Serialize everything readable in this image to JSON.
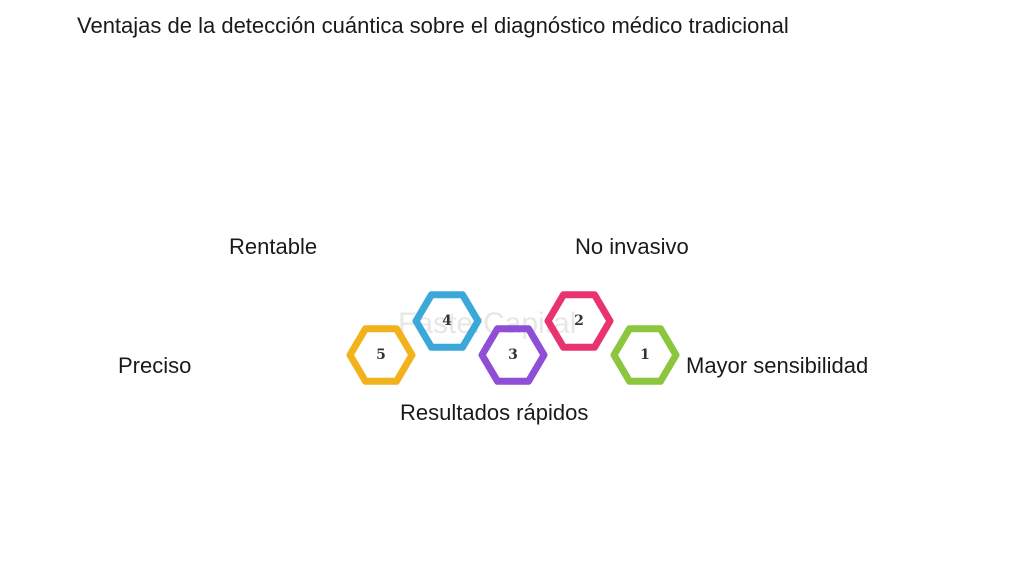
{
  "title": "Ventajas de la detección cuántica sobre el diagnóstico médico tradicional",
  "watermark": "FasterCapital",
  "items": [
    {
      "number": "1",
      "label": "Mayor sensibilidad",
      "color": "#8cc63f"
    },
    {
      "number": "2",
      "label": "No invasivo",
      "color": "#e8336e"
    },
    {
      "number": "3",
      "label": "Resultados rápidos",
      "color": "#8e4fd6"
    },
    {
      "number": "4",
      "label": "Rentable",
      "color": "#3aa8d8"
    },
    {
      "number": "5",
      "label": "Preciso",
      "color": "#f2b21b"
    }
  ]
}
